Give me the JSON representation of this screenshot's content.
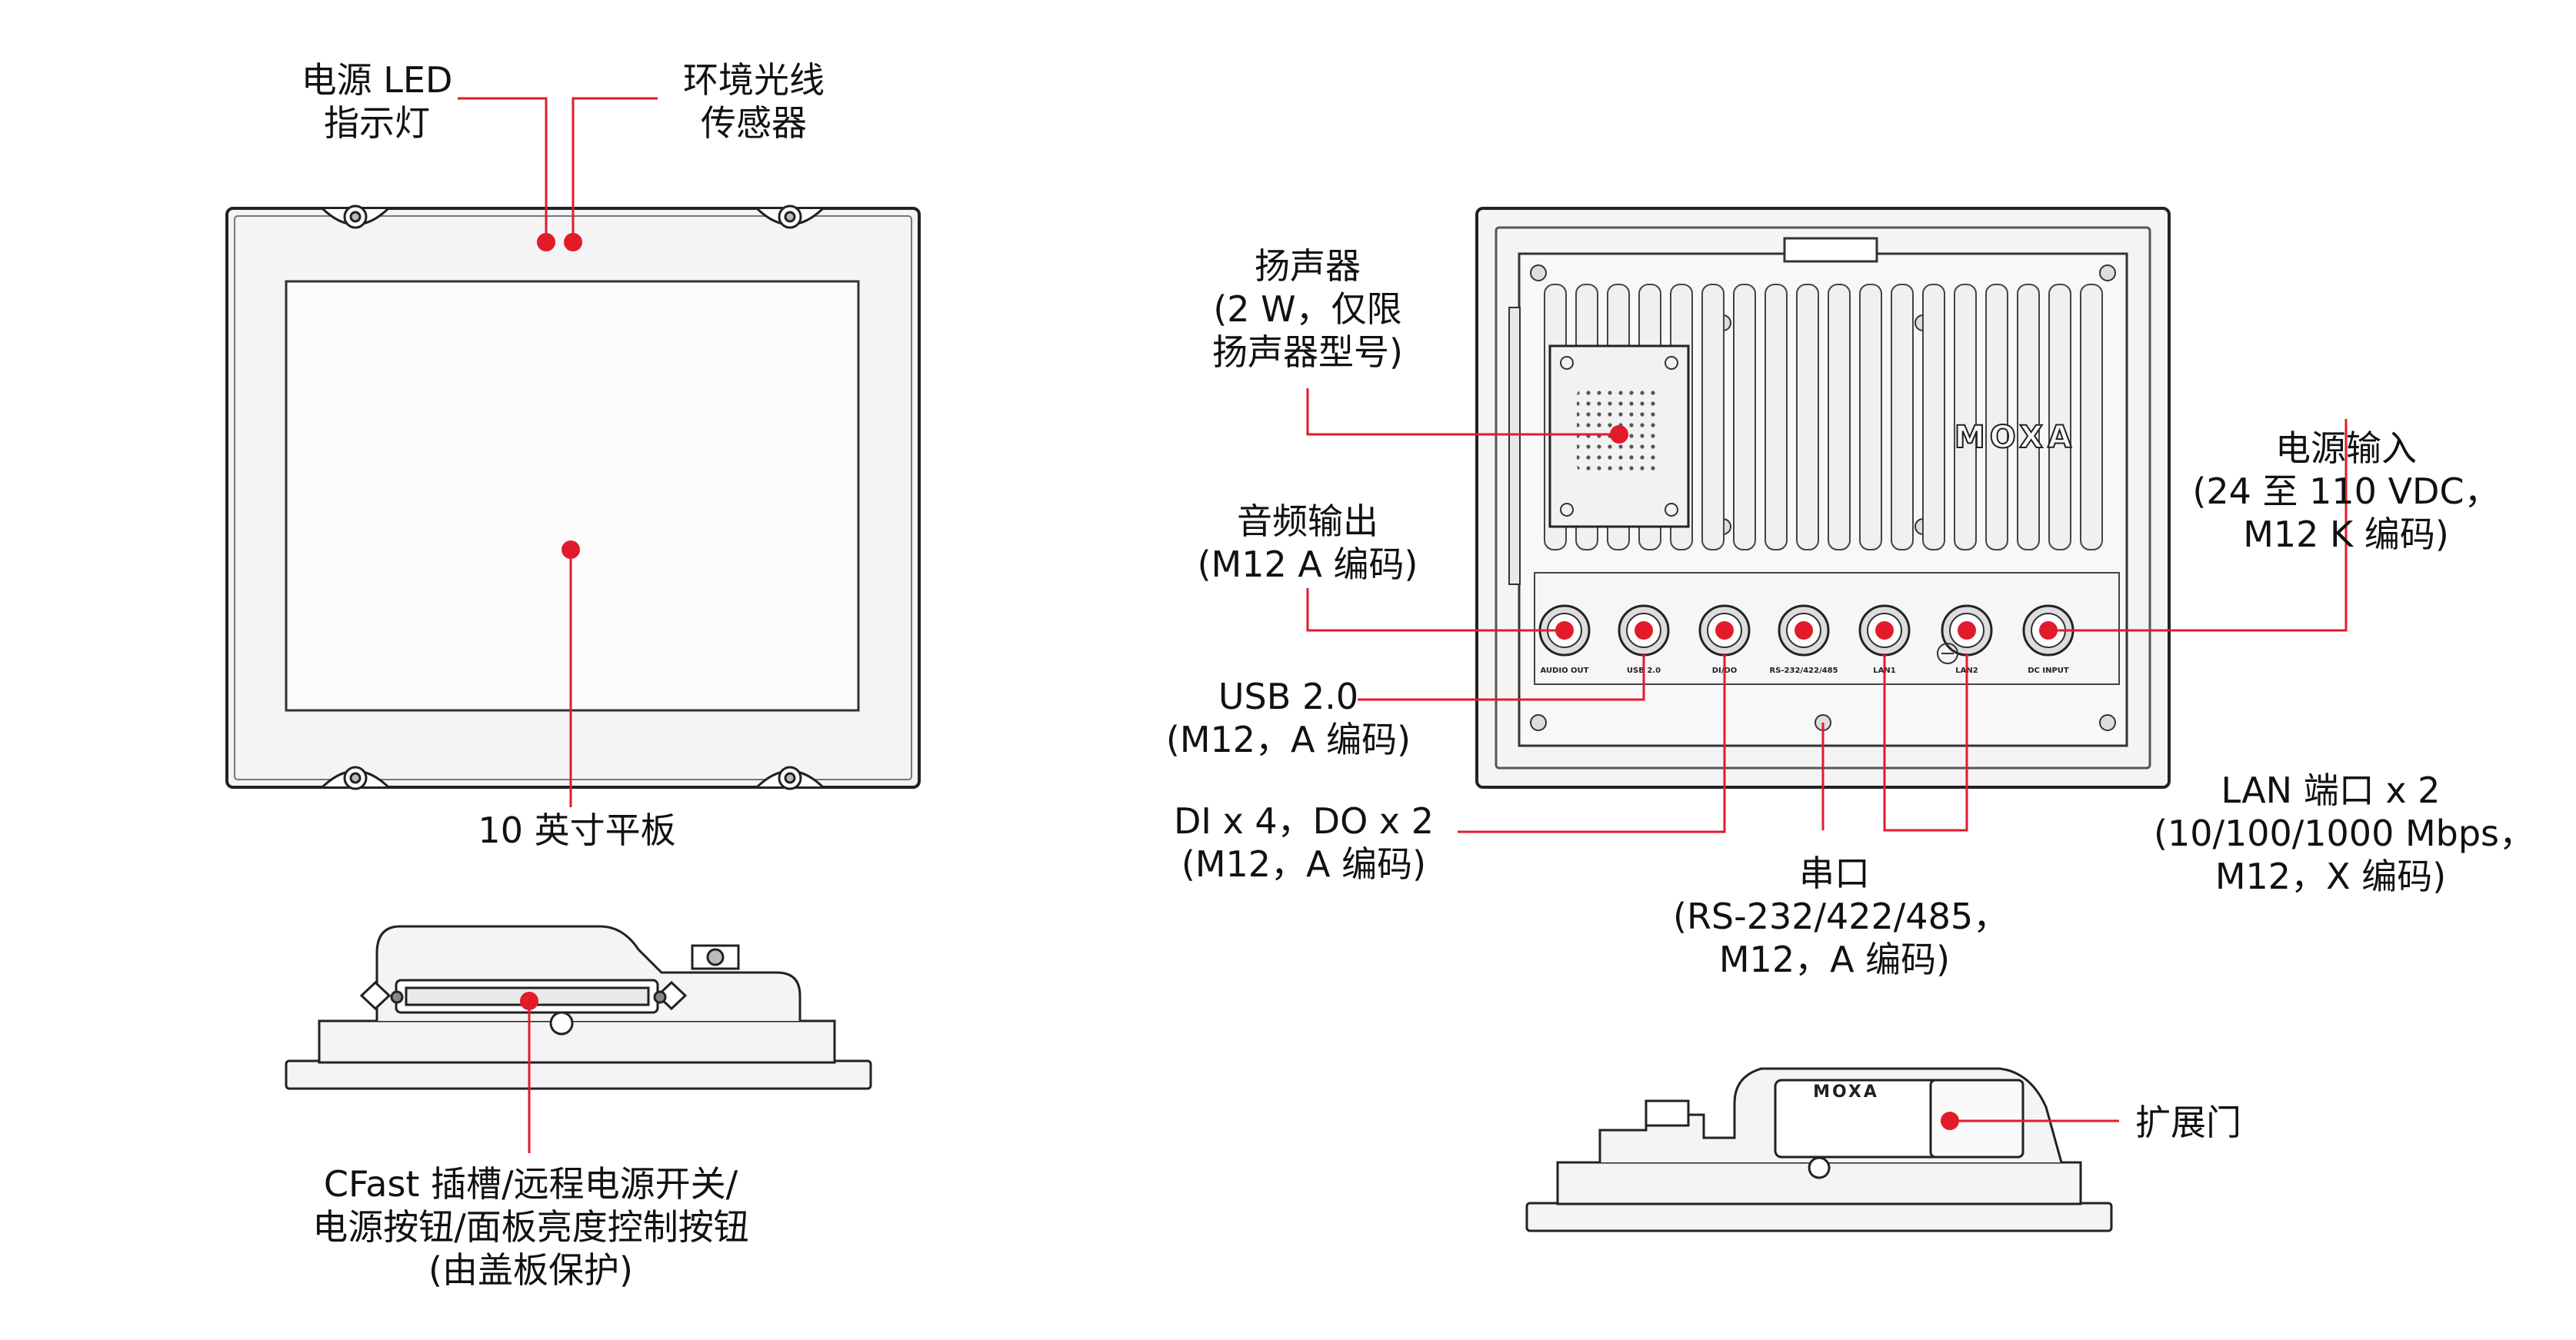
{
  "callouts": {
    "power_led": [
      "电源 LED",
      "指示灯"
    ],
    "ambient_sensor": [
      "环境光线",
      "传感器"
    ],
    "tablet": [
      "10 英寸平板"
    ],
    "cfast": [
      "CFast 插槽/远程电源开关/",
      "电源按钮/面板亮度控制按钮",
      "(由盖板保护)"
    ],
    "speaker": [
      "扬声器",
      "(2 W，仅限",
      "扬声器型号)"
    ],
    "audio_out": [
      "音频输出",
      "(M12 A 编码)"
    ],
    "usb": [
      "USB 2.0",
      "(M12，A 编码)"
    ],
    "dio": [
      "DI x 4，DO x 2",
      "(M12，A 编码)"
    ],
    "serial": [
      "串口",
      "(RS-232/422/485，",
      "M12，A 编码)"
    ],
    "lan": [
      "LAN 端口 x 2",
      "(10/100/1000 Mbps，",
      "M12，X 编码)"
    ],
    "power_input": [
      "电源输入",
      "(24 至 110 VDC，",
      "M12 K 编码)"
    ],
    "expansion": [
      "扩展门"
    ]
  },
  "brand": "MOXA",
  "port_labels": [
    "AUDIO OUT",
    "USB 2.0",
    "DI/DO",
    "RS-232/422/485",
    "LAN1",
    "LAN2",
    "DC INPUT"
  ],
  "colors": {
    "accent": "#e21b2b",
    "line": "#222222",
    "device": "#f4f4f4"
  }
}
